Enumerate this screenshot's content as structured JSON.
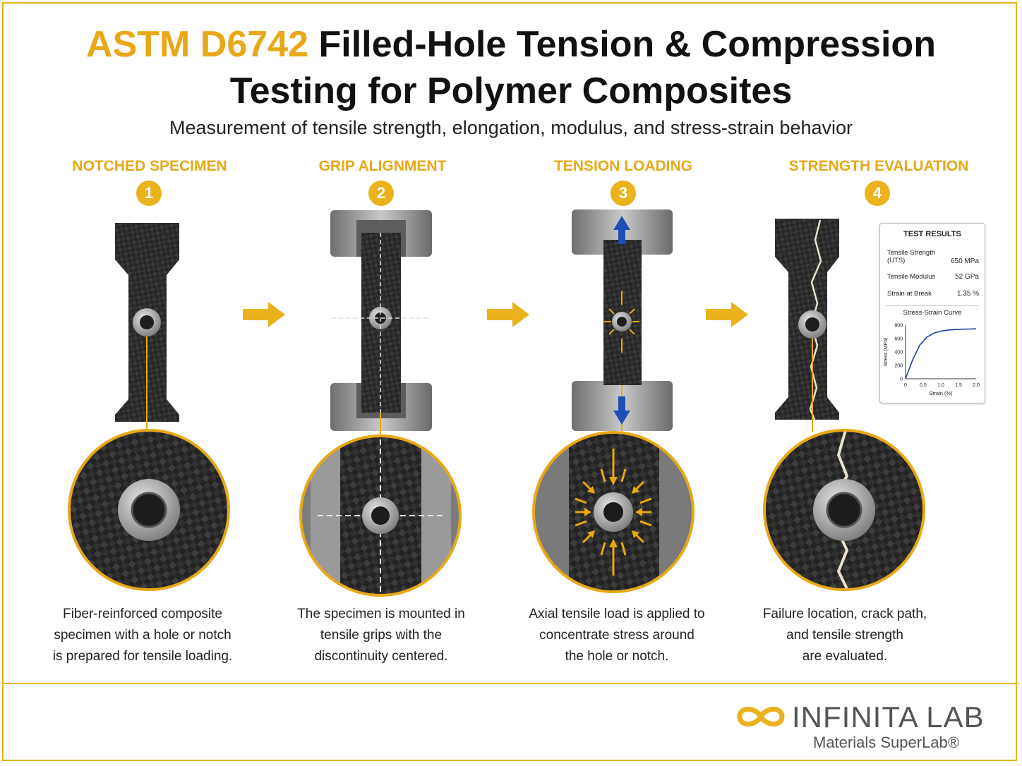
{
  "title": {
    "accent": "ASTM D6742",
    "line1_rest": "Filled-Hole Tension & Compression",
    "line2": "Testing for Polymer Composites"
  },
  "subtitle": "Measurement of tensile strength, elongation, modulus, and stress-strain behavior",
  "steps": [
    {
      "heading": "NOTCHED SPECIMEN",
      "number": "1",
      "caption": [
        "Fiber-reinforced composite",
        "specimen with a hole or notch",
        "is prepared for tensile loading."
      ]
    },
    {
      "heading": "GRIP ALIGNMENT",
      "number": "2",
      "caption": [
        "The specimen is mounted in",
        "tensile grips with the",
        "discontinuity centered."
      ]
    },
    {
      "heading": "TENSION LOADING",
      "number": "3",
      "caption": [
        "Axial tensile load is applied to",
        "concentrate stress around",
        "the hole or notch."
      ]
    },
    {
      "heading": "STRENGTH EVALUATION",
      "number": "4",
      "caption": [
        "Failure location, crack path,",
        "and tensile strength",
        "are evaluated."
      ]
    }
  ],
  "results": {
    "title": "TEST RESULTS",
    "rows": [
      {
        "label1": "Tensile Strength",
        "label2": "(UTS)",
        "value": "650 MPa"
      },
      {
        "label1": "Tensile Modulus",
        "label2": "",
        "value": "52  GPa"
      },
      {
        "label1": "Strain at Break",
        "label2": "",
        "value": "1.35 %"
      }
    ],
    "curve_title": "Stress-Strain Curve"
  },
  "chart_data": {
    "type": "line",
    "title": "Stress-Strain Curve",
    "xlabel": "Strain (%)",
    "ylabel": "Stress (MPa)",
    "xlim": [
      0,
      2.0
    ],
    "ylim": [
      0,
      800
    ],
    "xticks": [
      "0",
      "0.5",
      "1.0",
      "1.5",
      "2.0"
    ],
    "yticks": [
      "0",
      "200",
      "400",
      "600",
      "800"
    ],
    "x": [
      0,
      0.2,
      0.4,
      0.6,
      0.8,
      1.0,
      1.2,
      1.4,
      1.6,
      1.8,
      2.0
    ],
    "y": [
      0,
      280,
      500,
      620,
      680,
      710,
      725,
      735,
      740,
      742,
      745
    ]
  },
  "logo": {
    "name": "INFINITA LAB",
    "tagline": "Materials SuperLab®"
  },
  "colors": {
    "accent": "#e8a817",
    "load_arrow": "#1f4fb4",
    "carbon": "#2b2b2b",
    "steel": "#8a8a8a"
  }
}
